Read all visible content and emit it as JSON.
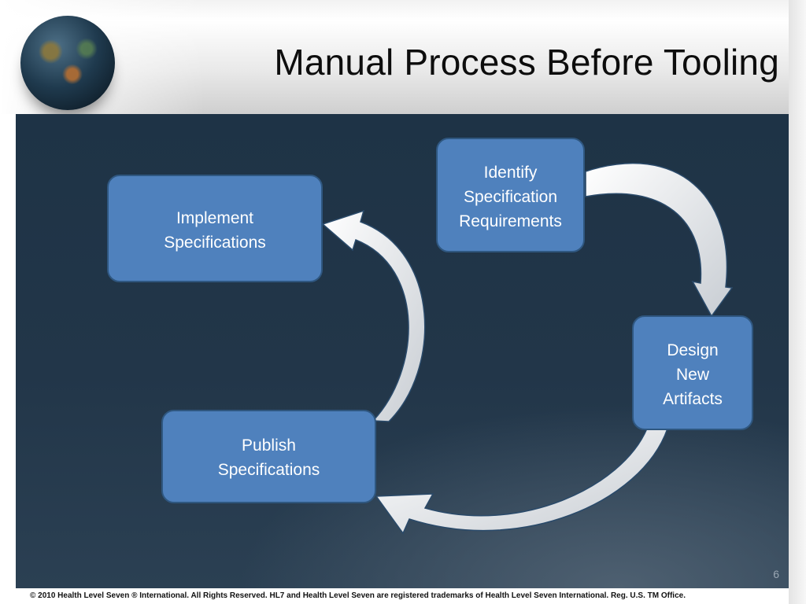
{
  "slide": {
    "title": "Manual Process Before Tooling",
    "page_number": "6",
    "footer": "© 2010 Health Level Seven ® International. All Rights Reserved. HL7 and Health Level Seven are registered trademarks of Health Level Seven International. Reg. U.S. TM Office."
  },
  "diagram": {
    "nodes": [
      {
        "id": "identify",
        "lines": [
          "Identify",
          "Specification",
          "Requirements"
        ]
      },
      {
        "id": "design",
        "lines": [
          "Design",
          "New",
          "Artifacts"
        ]
      },
      {
        "id": "publish",
        "lines": [
          "Publish",
          "Specifications"
        ]
      },
      {
        "id": "implement",
        "lines": [
          "Implement",
          "Specifications"
        ]
      }
    ],
    "edges": [
      {
        "from": "identify",
        "to": "design"
      },
      {
        "from": "design",
        "to": "publish"
      },
      {
        "from": "publish",
        "to": "implement"
      }
    ]
  },
  "colors": {
    "node_fill": "#4f81bd",
    "node_border": "#2f5780",
    "panel": "#223649",
    "arrow_fill": "#ffffff"
  }
}
